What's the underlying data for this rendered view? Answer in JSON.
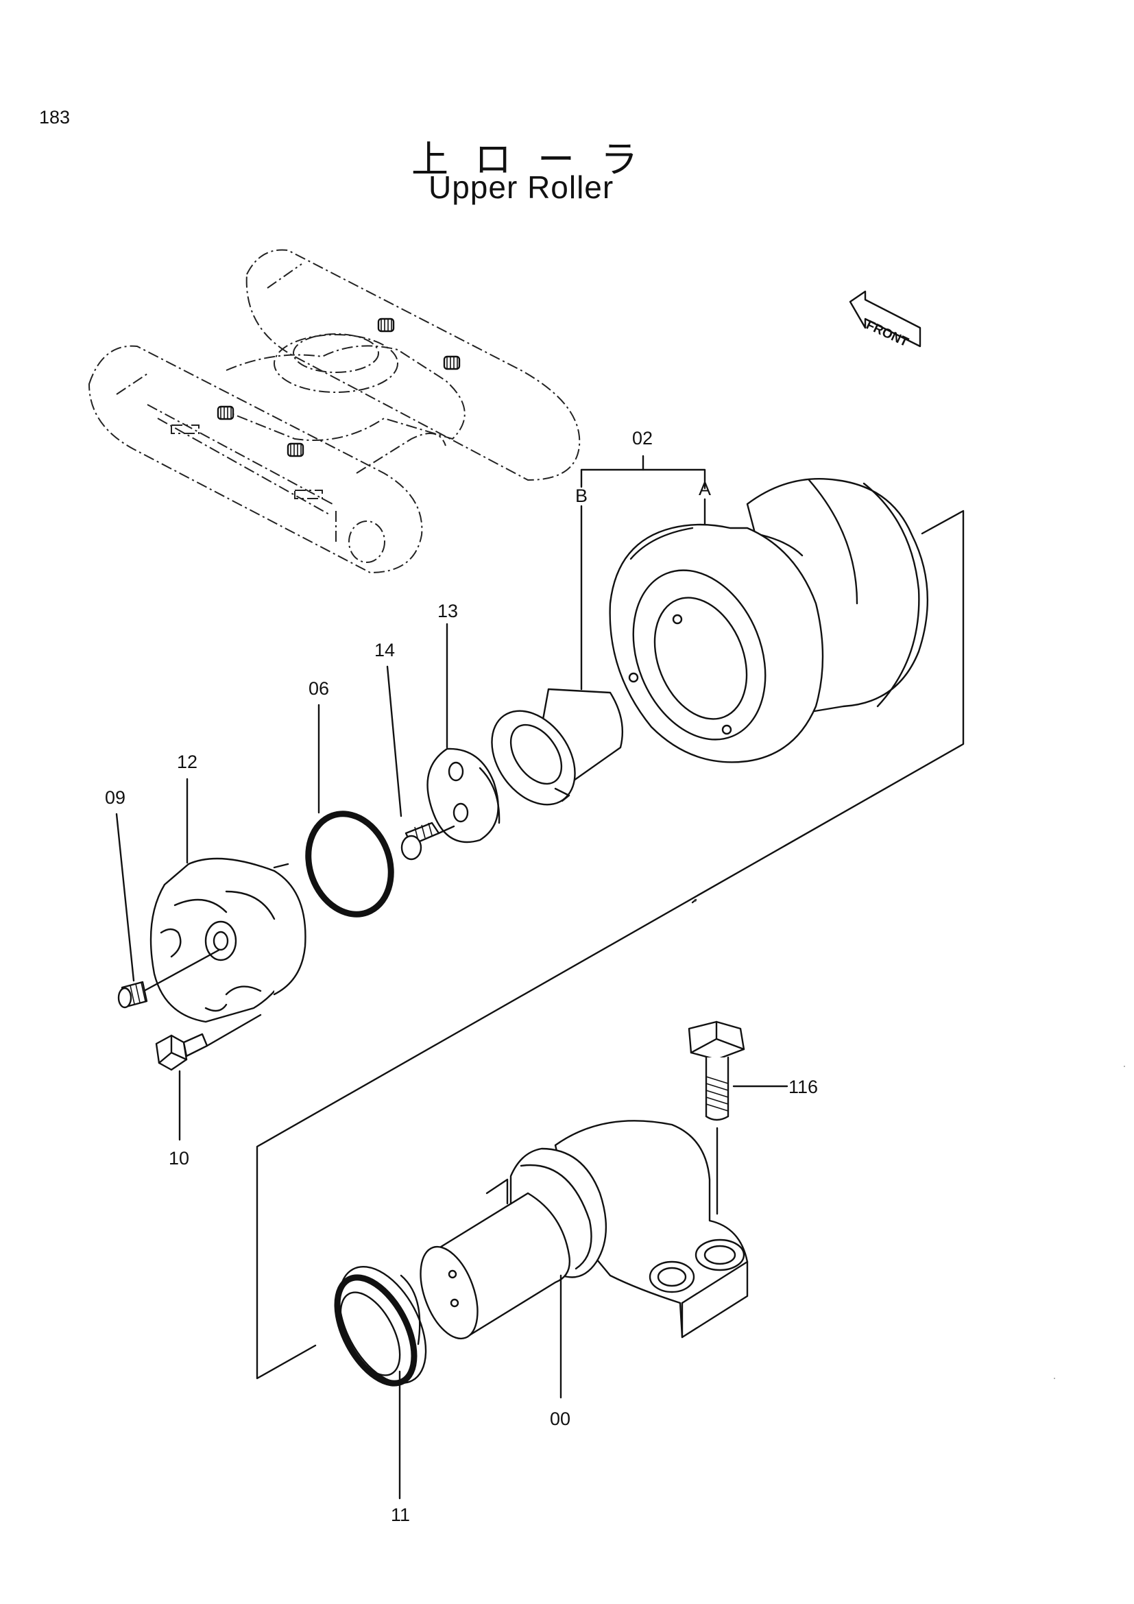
{
  "page": {
    "number": "183",
    "title_jp": "上ローラ",
    "title_en": "Upper Roller"
  },
  "front_marker": {
    "label": "FRONT"
  },
  "callouts": {
    "c02": "02",
    "cA": "A",
    "cB": "B",
    "c13": "13",
    "c14": "14",
    "c06": "06",
    "c12": "12",
    "c09": "09",
    "c10": "10",
    "c116": "116",
    "c00": "00",
    "c11": "11"
  }
}
